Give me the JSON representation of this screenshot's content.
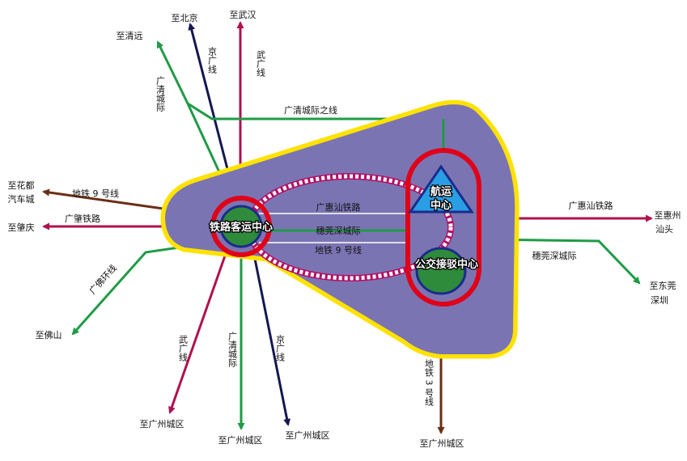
{
  "colors": {
    "plate_fill": "#7b74b3",
    "plate_border": "#ffe200",
    "hub_ring": "#e00018",
    "hub_fill": "#2e8b3c",
    "dash_loop": "#ffffff",
    "dash_loop_border": "#b21066",
    "airport": "#2a9ee5",
    "line_magenta": "#b0104e",
    "line_navy": "#141850",
    "line_green": "#1f9b46",
    "line_brown": "#6a2e14"
  },
  "labels": {
    "hub_rail": "铁路客运中心",
    "hub_air_1": "航运",
    "hub_air_2": "中心",
    "hub_bus": "公交接驳中心",
    "inner_gs": "广惠汕铁路",
    "inner_gds": "穗莞深城际",
    "inner_m9": "地铁 9 号线",
    "line_gq_top": "广清城际之线",
    "line_gq_left": "广清城际",
    "line_jg_top": "京广线",
    "line_wg_top": "武广线",
    "line_m9_left": "地铁 9 号线",
    "line_gz_left": "广肇铁路",
    "line_gf": "广佛环线",
    "line_wg_bottom": "武广线",
    "line_gq_bottom": "广清城际",
    "line_jg_bottom": "京广线",
    "line_m3": "地铁 3 号线",
    "line_ghs_right": "广惠汕铁路",
    "line_sgs_right": "穗莞深城际"
  },
  "destinations": {
    "beijing": "至北京",
    "wuhan": "至武汉",
    "qingyuan": "至清远",
    "huadu_1": "至花都",
    "huadu_2": "汽车城",
    "zhaoqing": "至肇庆",
    "foshan": "至佛山",
    "gz_wg": "至广州城区",
    "gz_gq": "至广州城区",
    "gz_jg": "至广州城区",
    "gz_m3": "至广州城区",
    "huizhou_1": "至惠州",
    "huizhou_2": "汕头",
    "dongguan_1": "至东莞",
    "dongguan_2": "深圳"
  }
}
